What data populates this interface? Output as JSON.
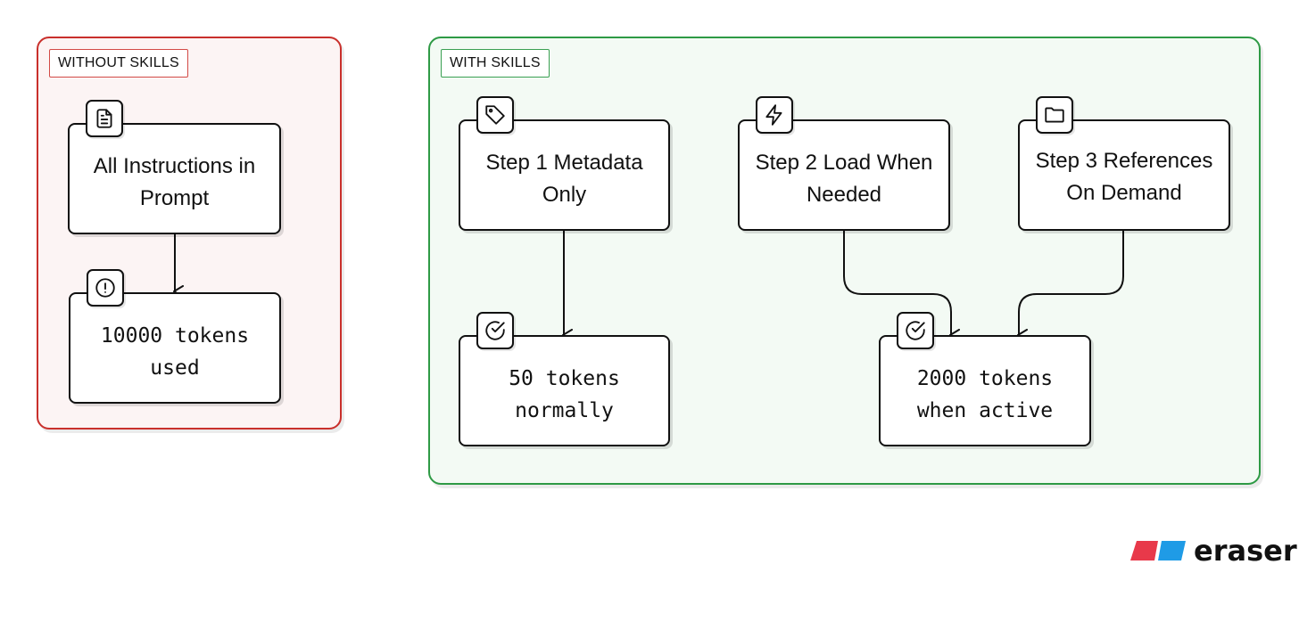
{
  "groups": {
    "without": {
      "label": "WITHOUT SKILLS",
      "nodes": {
        "prompt": {
          "label": "All Instructions in Prompt",
          "icon": "document-icon"
        },
        "tokens": {
          "label": "10000 tokens used",
          "icon": "alert-circle-icon"
        }
      }
    },
    "with": {
      "label": "WITH SKILLS",
      "nodes": {
        "step1": {
          "label": "Step 1 Metadata Only",
          "icon": "tag-icon"
        },
        "step2": {
          "label": "Step 2 Load When Needed",
          "icon": "lightning-icon"
        },
        "step3": {
          "label": "Step 3 References On Demand",
          "icon": "folder-icon"
        },
        "normal": {
          "label": "50 tokens normally",
          "icon": "check-circle-icon"
        },
        "active": {
          "label": "2000 tokens when active",
          "icon": "check-circle-icon"
        }
      }
    }
  },
  "edges": [
    {
      "from": "prompt",
      "to": "tokens"
    },
    {
      "from": "step1",
      "to": "normal"
    },
    {
      "from": "step2",
      "to": "active"
    },
    {
      "from": "step3",
      "to": "active"
    }
  ],
  "brand": {
    "name": "eraser",
    "colors": {
      "red": "#e8394a",
      "blue": "#1f9be6"
    }
  },
  "colors": {
    "without_border": "#c9302c",
    "with_border": "#2e9a45"
  }
}
